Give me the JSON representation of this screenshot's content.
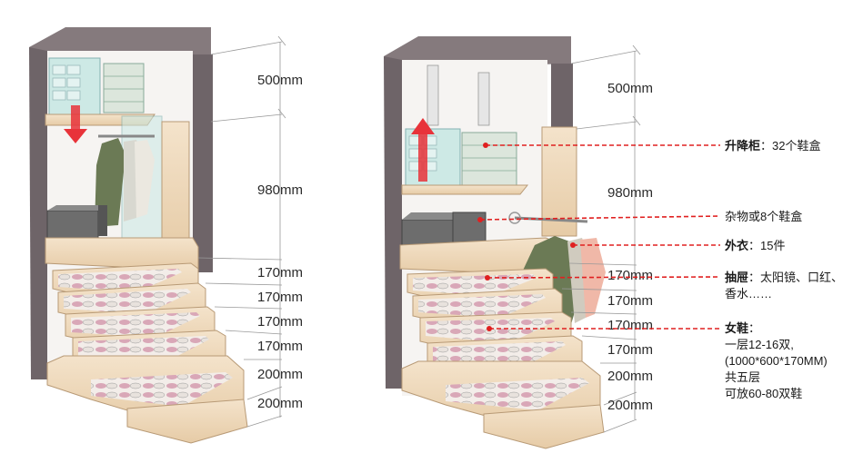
{
  "left_dimensions": [
    "500mm",
    "980mm",
    "170mm",
    "170mm",
    "170mm",
    "170mm",
    "200mm",
    "200mm"
  ],
  "right_dimensions": [
    "500mm",
    "980mm",
    "170mm",
    "170mm",
    "170mm",
    "170mm",
    "200mm",
    "200mm"
  ],
  "annotations": {
    "lift_cabinet": {
      "title": "升降柜",
      "text": "：32个鞋盒"
    },
    "misc": {
      "text": "杂物或8个鞋盒"
    },
    "outerwear": {
      "title": "外衣",
      "text": "：15件"
    },
    "drawer": {
      "title": "抽屉",
      "text": "：太阳镜、口红、",
      "line2": "香水……"
    },
    "shoes": {
      "title": "女鞋",
      "text": "：",
      "line2": "一层12-16双,",
      "line3": "(1000*600*170MM)",
      "line4": "共五层",
      "line5": "可放60-80双鞋"
    }
  },
  "colors": {
    "wall": "#6e6468",
    "wood": "#f0dcc0",
    "wood_dark": "#d9bd98",
    "arrow": "#e8333a",
    "leader": "#e02020",
    "glass": "#c9e8e4",
    "dress": "#6b7a55"
  }
}
